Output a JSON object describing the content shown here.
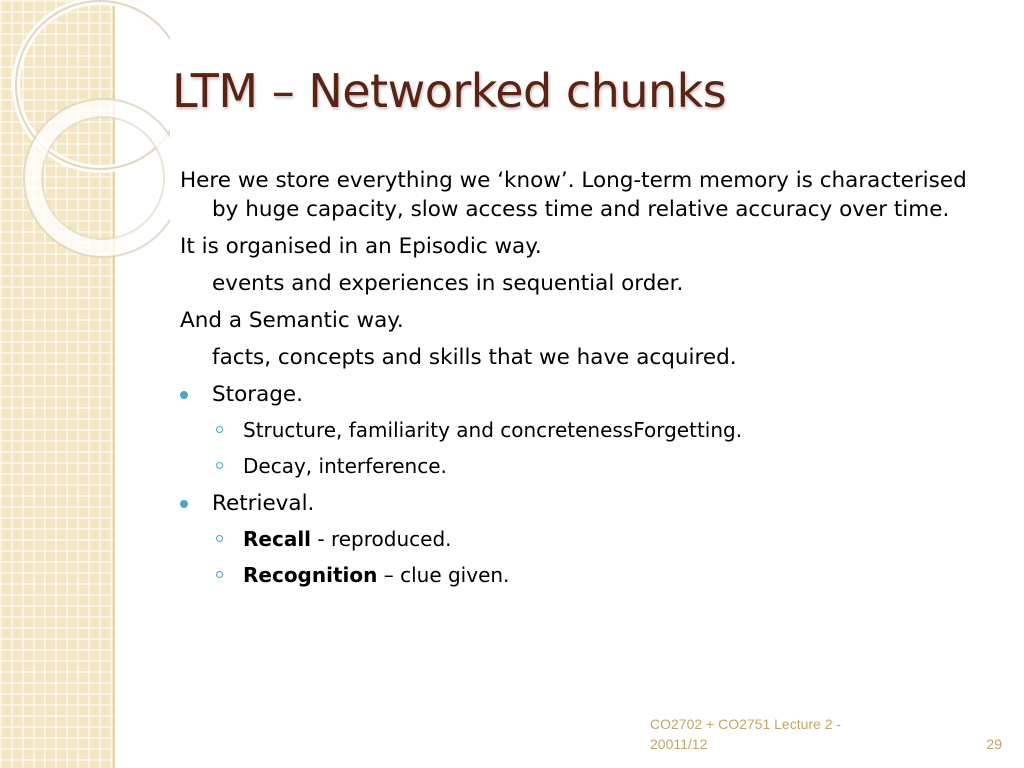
{
  "slide": {
    "title": "LTM – Networked chunks",
    "paragraphs": {
      "intro": "Here we store everything we ‘know’. Long-term memory is characterised by huge capacity, slow access time and relative accuracy over time.",
      "episodic": "It is organised in an Episodic way.",
      "episodic_detail": "events and experiences in sequential order.",
      "semantic": "And a Semantic way.",
      "semantic_detail": "facts, concepts and skills that we have acquired."
    },
    "storage": {
      "label": "Storage.",
      "items": [
        "Structure, familiarity and concretenessForgetting.",
        "Decay, interference."
      ]
    },
    "retrieval": {
      "label": "Retrieval.",
      "items": [
        {
          "term": "Recall",
          "text": " - reproduced."
        },
        {
          "term": "Recognition",
          "text": " – clue given."
        }
      ]
    },
    "footer": {
      "course": "CO2702 + CO2751  Lecture 2 - 20011/12",
      "page_number": "29"
    }
  },
  "colors": {
    "title": "#5a2313",
    "bullet": "#4ba6c8",
    "footer": "#c2a46a",
    "sidebar": "#f4e6c2"
  }
}
